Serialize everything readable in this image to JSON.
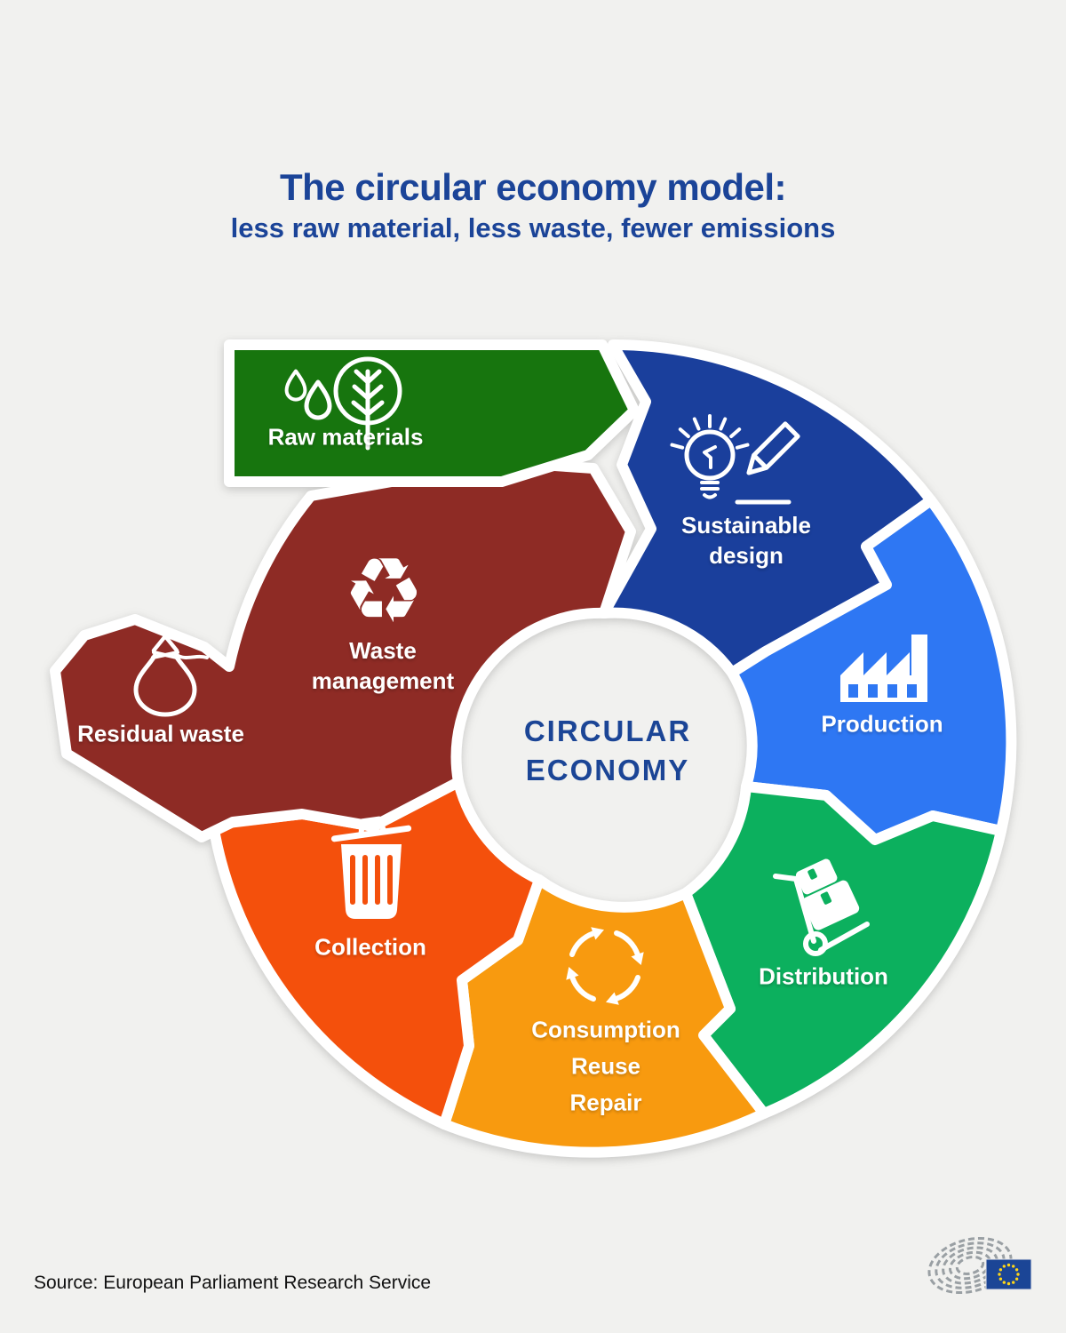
{
  "title": {
    "line1": "The circular economy model:",
    "line2": "less raw material, less waste, fewer emissions"
  },
  "center": {
    "line1": "CIRCULAR",
    "line2": "ECONOMY"
  },
  "segments": [
    {
      "id": "raw-materials",
      "label": "Raw materials",
      "color": "#17750e",
      "icon": "water-drops-and-tree-icon"
    },
    {
      "id": "sustainable-design",
      "label": "Sustainable design",
      "label_lines": [
        "Sustainable",
        "design"
      ],
      "color": "#1a3f9c",
      "icon": "lightbulb-and-pencil-icon"
    },
    {
      "id": "production",
      "label": "Production",
      "color": "#2e77f3",
      "icon": "factory-icon"
    },
    {
      "id": "distribution",
      "label": "Distribution",
      "color": "#0cb05e",
      "icon": "hand-truck-icon"
    },
    {
      "id": "consumption-reuse-repair",
      "label": "Consumption Reuse Repair",
      "label_lines": [
        "Consumption",
        "Reuse",
        "Repair"
      ],
      "color": "#f89a0f",
      "icon": "circular-arrows-icon"
    },
    {
      "id": "collection",
      "label": "Collection",
      "color": "#f4500c",
      "icon": "trash-bin-icon"
    },
    {
      "id": "residual-waste",
      "label": "Residual waste",
      "color": "#8e2b25",
      "icon": "waste-bag-icon"
    },
    {
      "id": "waste-management",
      "label": "Waste management",
      "label_lines": [
        "Waste",
        "management"
      ],
      "color": "#8e2b25",
      "icon": "recycle-icon"
    }
  ],
  "source": {
    "text": "Source: European Parliament Research Service"
  },
  "logo": {
    "name": "european-parliament-logo",
    "flag_color": "#1b4596",
    "star_color": "#ffd617",
    "hemicycle_color": "#9aa0a4"
  },
  "colors": {
    "background": "#f1f1ef",
    "gap": "#ffffff",
    "title_text": "#1b4498",
    "center_text": "#1b4596",
    "source_text": "#111111"
  }
}
